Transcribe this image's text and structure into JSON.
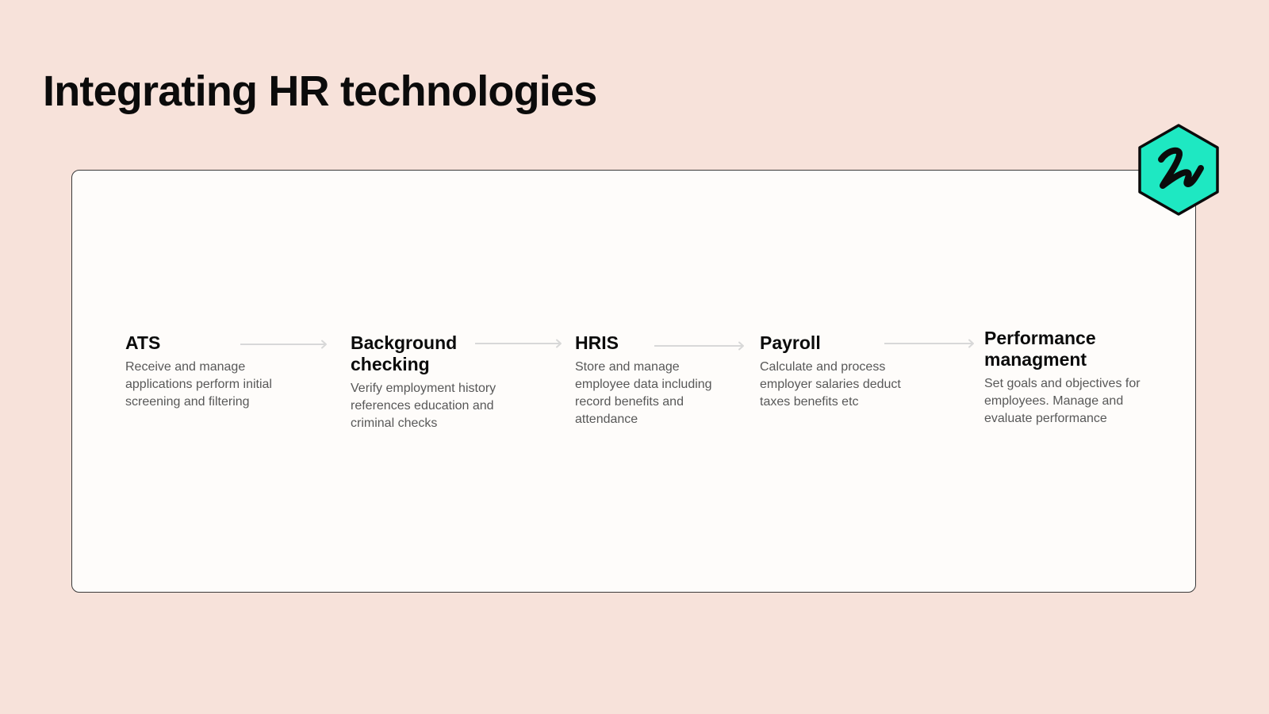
{
  "title": "Integrating HR technologies",
  "colors": {
    "background": "#f7e2da",
    "card": "#fefcfa",
    "arrow": "#d8d8d8",
    "logo_fill": "#1ee8c2",
    "logo_mark": "#0b0b0b"
  },
  "logo": {
    "icon": "hexagon-z-logo-icon"
  },
  "steps": [
    {
      "title": "ATS",
      "description": "Receive and manage applications perform initial screening and filtering"
    },
    {
      "title": "Background checking",
      "description": "Verify employment history references education and criminal checks"
    },
    {
      "title": "HRIS",
      "description": "Store and manage employee data including record benefits and attendance"
    },
    {
      "title": "Payroll",
      "description": "Calculate and process employer salaries deduct taxes benefits etc"
    },
    {
      "title": "Performance managment",
      "description": "Set goals and objectives for employees. Manage and evaluate performance"
    }
  ]
}
